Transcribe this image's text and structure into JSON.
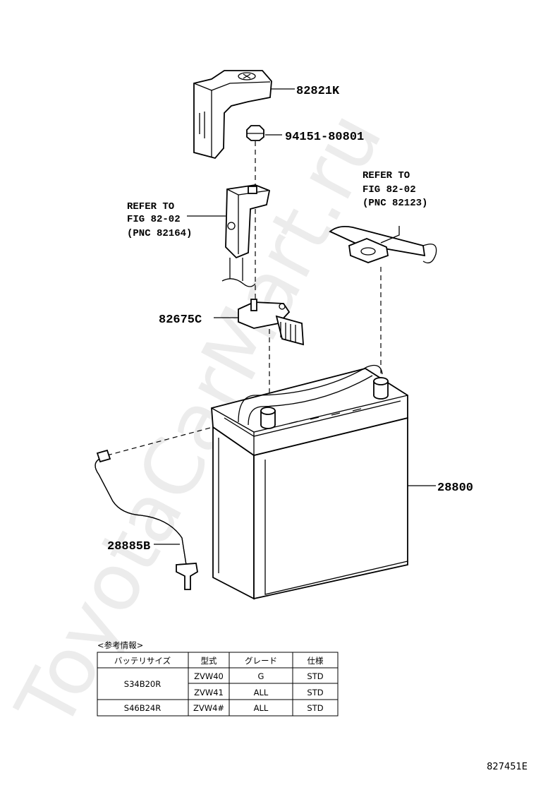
{
  "watermark": "ToyotaCarMart.ru",
  "parts": {
    "p82821K": "82821K",
    "p94151": "94151-80801",
    "p82675C": "82675C",
    "p28800": "28800",
    "p28885B": "28885B"
  },
  "refer_left": [
    "REFER TO",
    "FIG 82-02",
    "(PNC 82164)"
  ],
  "refer_right": [
    "REFER TO",
    "FIG 82-02",
    "(PNC 82123)"
  ],
  "table": {
    "caption": "<参考情報>",
    "headers": [
      "バッテリサイズ",
      "型式",
      "グレード",
      "仕様"
    ],
    "rows": [
      [
        "S34B20R",
        "ZVW40",
        "G",
        "STD"
      ],
      [
        "",
        "ZVW41",
        "ALL",
        "STD"
      ],
      [
        "S46B24R",
        "ZVW4#",
        "ALL",
        "STD"
      ]
    ]
  },
  "figure_number": "827451E"
}
